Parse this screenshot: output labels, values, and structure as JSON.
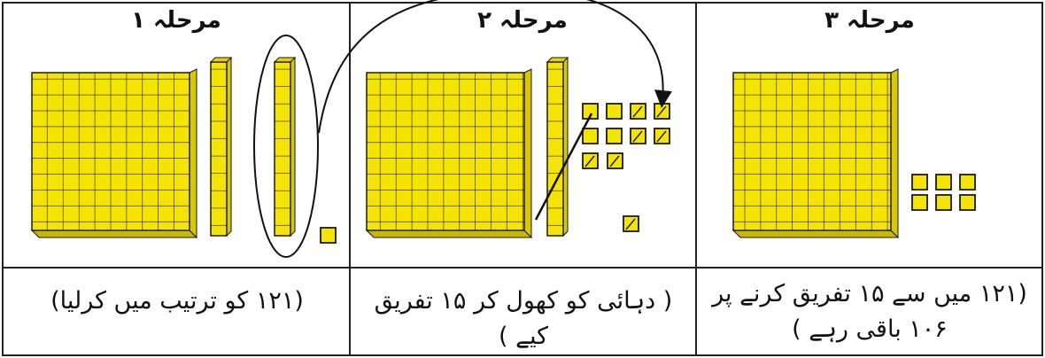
{
  "panels": [
    {
      "title": "مرحلہ ۱",
      "caption": "(۱۲۱ کو ترتیب میں کرلیا)"
    },
    {
      "title": "مرحلہ ۲",
      "caption": "( دہائی کو کھول کر ۱۵ تفریق کیے )"
    },
    {
      "title": "مرحلہ ۳",
      "caption": "(۱۲۱ میں سے ۱۵ تفریق کرنے پر ۱۰۶ باقی رہے )"
    }
  ],
  "colors": {
    "block": "#f5e400",
    "block_edge": "#1a1a1a",
    "border": "#222222"
  },
  "blocks": {
    "stage1": {
      "hundreds": 1,
      "tens": 2,
      "ones": 1
    },
    "stage2": {
      "hundreds": 1,
      "tens": 1,
      "ones_kept": 4,
      "ones_crossed": 6,
      "extra_one_crossed": 1
    },
    "stage3": {
      "hundreds": 1,
      "tens": 0,
      "ones": 6
    }
  }
}
